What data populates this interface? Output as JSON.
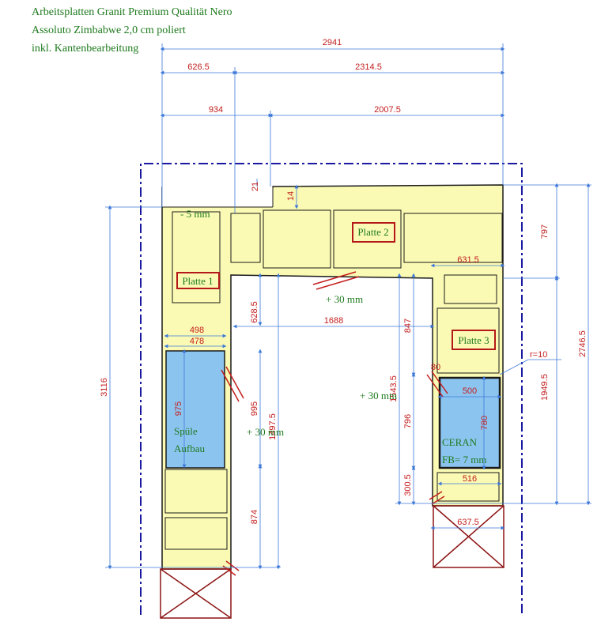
{
  "header": {
    "line1": "Arbeitsplatten Granit Premium Qualität Nero",
    "line2": "Assoluto Zimbabwe 2,0 cm poliert",
    "line3": "inkl. Kantenbearbeitung"
  },
  "dimensions": {
    "total_width": "2941",
    "left_top": "626.5",
    "right_top": "2314.5",
    "left_mid": "934",
    "right_mid": "2007.5",
    "small_21": "21",
    "small_14": "14",
    "right_797": "797",
    "right_2746": "2746.5",
    "right_1949": "1949.5",
    "left_3116": "3116",
    "w_631": "631.5",
    "inner_628": "628.5",
    "inner_1688": "1688",
    "inner_847": "847",
    "inner_1543": "1543.5",
    "inner_1497": "1497.5",
    "sink_498": "498",
    "sink_478": "478",
    "sink_975": "975",
    "left_995": "995",
    "left_874": "874",
    "right_796": "796",
    "right_300": "300.5",
    "hob_500": "500",
    "hob_780": "780",
    "hob_516": "516",
    "hob_80": "80",
    "bottom_637": "637.5",
    "radius": "r=10"
  },
  "notes": {
    "minus5": "- 5 mm",
    "plus30_top": "+ 30 mm",
    "plus30_mid": "+ 30 mm",
    "plus30_left": "+ 30 mm",
    "sink1": "Spüle",
    "sink2": "Aufbau",
    "hob1": "CERAN",
    "hob2": "FB= 7 mm"
  },
  "plates": {
    "p1": "Platte 1",
    "p2": "Platte 2",
    "p3": "Platte 3"
  },
  "colors": {
    "counter": "#fafab4",
    "outline": "#1a1a1a",
    "dim": "#c41e1e",
    "dim_line": "#3c78d8",
    "wall": "#1a1aa0",
    "green_text": "#1e7a1e",
    "sink_blue": "#8cc4f0",
    "cross_red": "#8c1414"
  }
}
